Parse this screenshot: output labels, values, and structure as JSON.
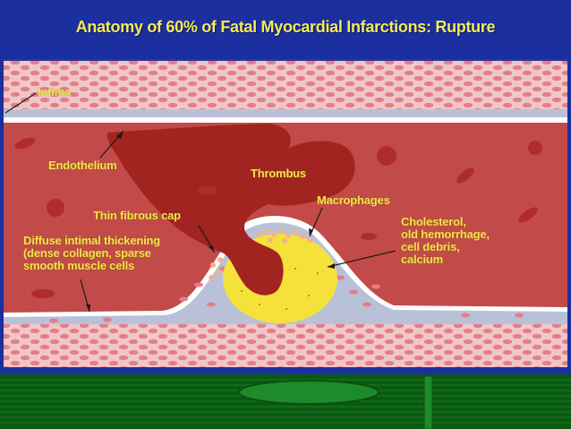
{
  "title": "Anatomy of 60% of Fatal Myocardial Infarctions: Rupture",
  "labels": {
    "intima": "Intima",
    "endothelium": "Endothelium",
    "thrombus": "Thrombus",
    "macrophages": "Macrophages",
    "thin_fibrous_cap": "Thin fibrous cap",
    "diffuse_intimal_thickening": "Diffuse intimal thickening\n(dense collagen, sparse\nsmooth muscle cells",
    "cholesterol": "Cholesterol,\nold hemorrhage,\ncell debris,\ncalcium"
  },
  "colors": {
    "slide_background": "#1c2f9e",
    "lumen": "#c24a48",
    "thrombus": "#a12420",
    "lipid_core": "#f4e23a",
    "vessel_wall": "#f0c7c8",
    "intima_band": "#b9c1d8",
    "label_text": "#f2e64a",
    "footer_green": "#0a5b12"
  }
}
